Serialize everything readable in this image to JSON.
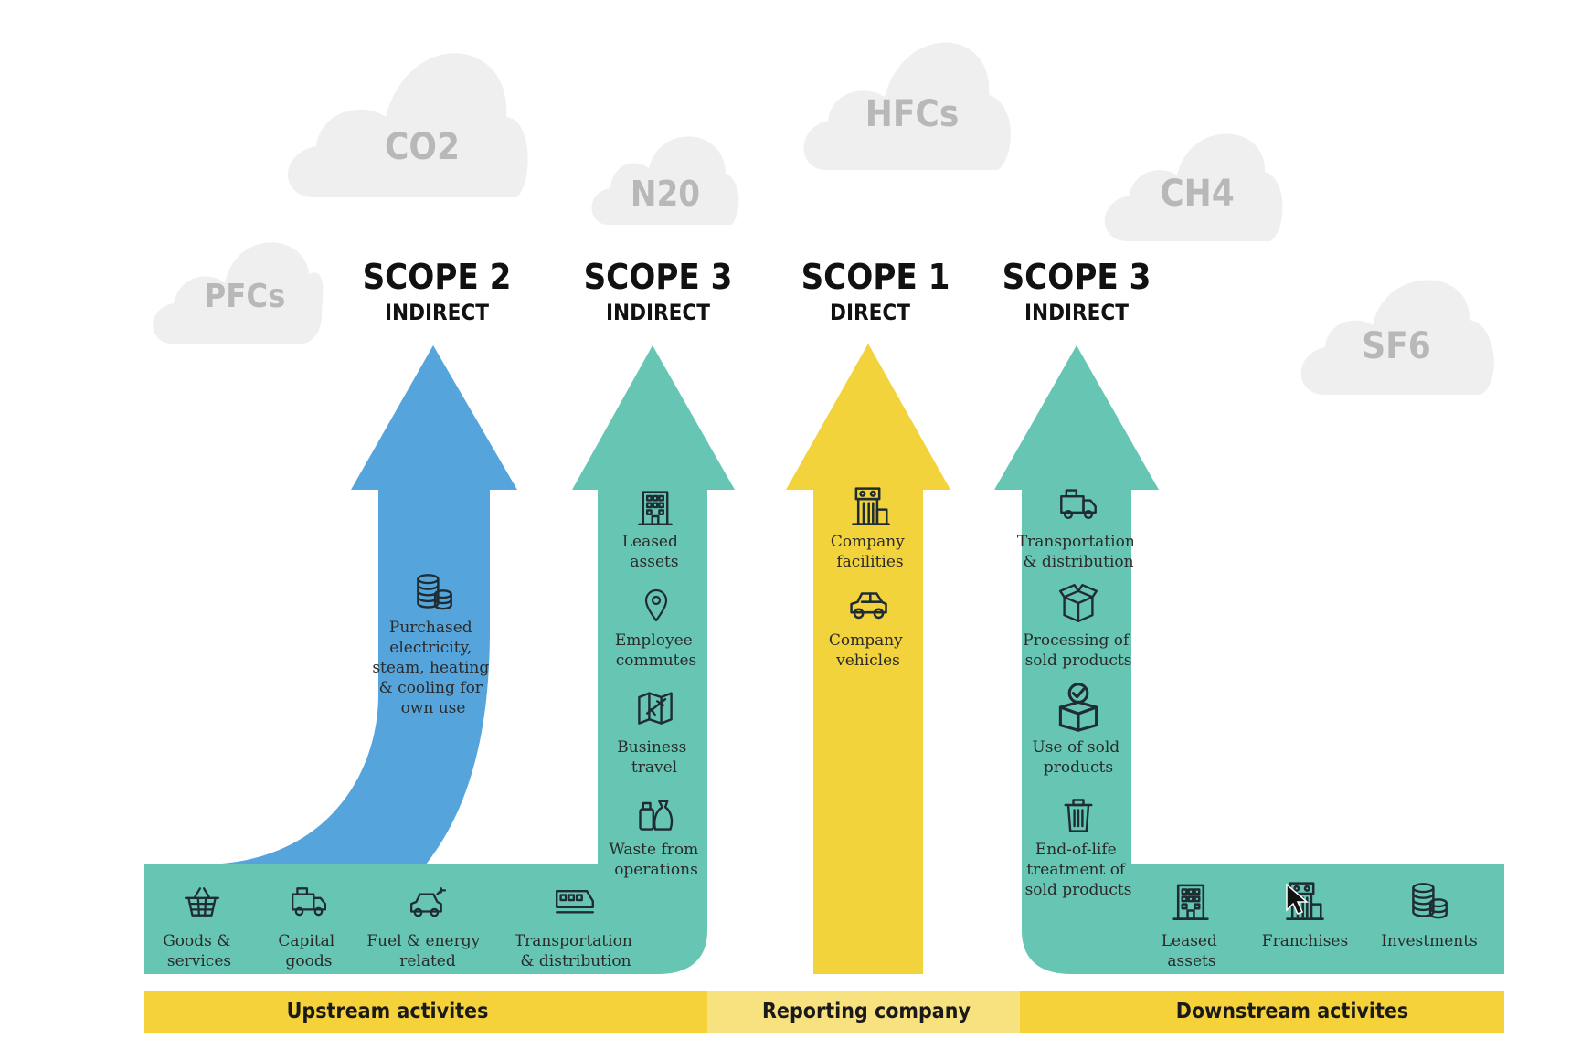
{
  "colors": {
    "scope2": "#55a5dc",
    "scope3": "#66c6b3",
    "scope1": "#f2d33c",
    "cloud": "#efefef",
    "cloud_text": "#b8b8b8",
    "bar_side": "#f5d23a",
    "bar_center": "#f7e27f"
  },
  "gases": [
    "PFCs",
    "CO2",
    "N20",
    "HFCs",
    "CH4",
    "SF6"
  ],
  "scopes": [
    {
      "title": "SCOPE 2",
      "subtitle": "INDIRECT"
    },
    {
      "title": "SCOPE 3",
      "subtitle": "INDIRECT"
    },
    {
      "title": "SCOPE 1",
      "subtitle": "DIRECT"
    },
    {
      "title": "SCOPE 3",
      "subtitle": "INDIRECT"
    }
  ],
  "scope2_items": [
    {
      "icon": "coins-icon",
      "lines": [
        "Purchased",
        "electricity,",
        "steam, heating",
        "& cooling for",
        "own use"
      ]
    }
  ],
  "scope3_up_items": [
    {
      "icon": "building-icon",
      "lines": [
        "Leased",
        "assets"
      ]
    },
    {
      "icon": "location-pin-icon",
      "lines": [
        "Employee",
        "commutes"
      ]
    },
    {
      "icon": "map-plane-icon",
      "lines": [
        "Business",
        "travel"
      ]
    },
    {
      "icon": "waste-bag-icon",
      "lines": [
        "Waste from",
        "operations"
      ]
    }
  ],
  "scope1_items": [
    {
      "icon": "factory-icon",
      "lines": [
        "Company",
        "facilities"
      ]
    },
    {
      "icon": "car-icon",
      "lines": [
        "Company",
        "vehicles"
      ]
    }
  ],
  "scope3_down_items": [
    {
      "icon": "truck-icon",
      "lines": [
        "Transportation",
        "& distribution"
      ]
    },
    {
      "icon": "box-icon",
      "lines": [
        "Processing of",
        "sold products"
      ]
    },
    {
      "icon": "box-check-icon",
      "lines": [
        "Use of sold",
        "products"
      ]
    },
    {
      "icon": "trash-icon",
      "lines": [
        "End-of-life",
        "treatment of",
        "sold products"
      ]
    }
  ],
  "upstream_items": [
    {
      "icon": "basket-icon",
      "lines": [
        "Goods &",
        "services"
      ]
    },
    {
      "icon": "truck-icon",
      "lines": [
        "Capital",
        "goods"
      ]
    },
    {
      "icon": "car-plug-icon",
      "lines": [
        "Fuel & energy",
        "related"
      ]
    },
    {
      "icon": "train-icon",
      "lines": [
        "Transportation",
        "& distribution"
      ]
    }
  ],
  "downstream_items": [
    {
      "icon": "building-icon",
      "lines": [
        "Leased",
        "assets"
      ]
    },
    {
      "icon": "factory-icon",
      "lines": [
        "Franchises"
      ]
    },
    {
      "icon": "coins-icon",
      "lines": [
        "Investments"
      ]
    }
  ],
  "bar": {
    "upstream": "Upstream activites",
    "reporting": "Reporting company",
    "downstream": "Downstream activites"
  }
}
